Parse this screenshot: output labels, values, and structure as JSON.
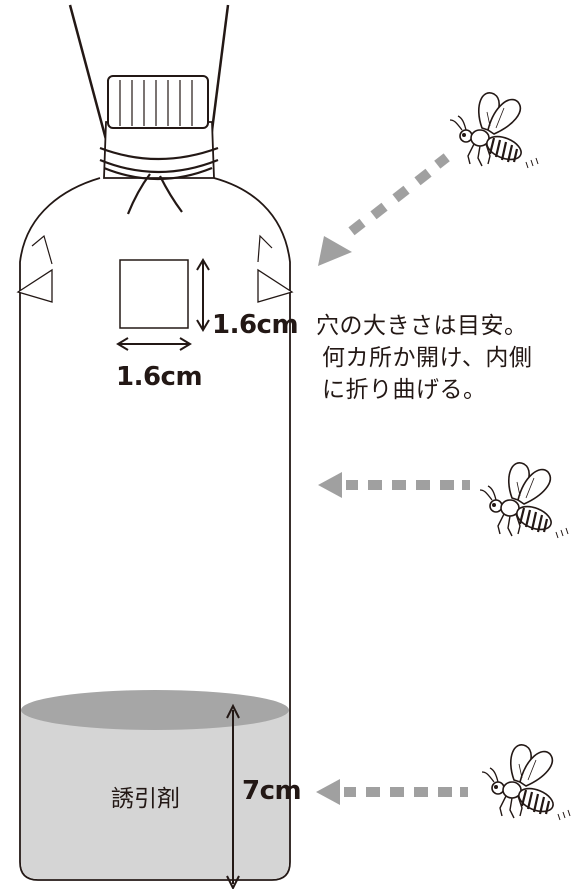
{
  "labels": {
    "hole_height": "1.6cm",
    "hole_width": "1.6cm",
    "note_line1": "穴の大きさは目安。",
    "note_line2": "何カ所か開け、内側",
    "note_line3": "に折り曲げる。",
    "bait": "誘引剤",
    "bait_depth": "7cm"
  },
  "colors": {
    "outline": "#231815",
    "liquid": "#d5d5d5",
    "liquid_surface": "#a6a6a6",
    "arrow": "#a0a0a0"
  },
  "icons": [
    "hornet-icon",
    "arrow-icon"
  ]
}
